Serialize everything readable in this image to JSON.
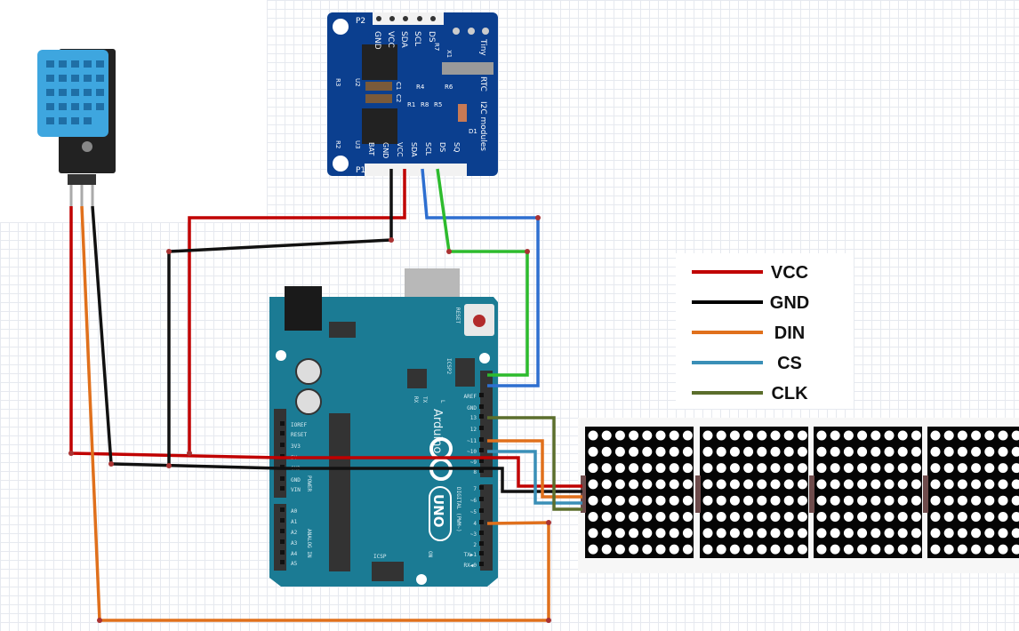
{
  "legend": [
    {
      "label": "VCC",
      "color": "#c00000"
    },
    {
      "label": "GND",
      "color": "#000000"
    },
    {
      "label": "DIN",
      "color": "#e0701c"
    },
    {
      "label": "CS",
      "color": "#3a8fb7"
    },
    {
      "label": "CLK",
      "color": "#5b6e2c"
    }
  ],
  "rtc": {
    "top_header": "P2",
    "top_pins": [
      "GND",
      "VCC",
      "SDA",
      "SCL",
      "DS"
    ],
    "bottom_header": "P1",
    "bottom_pins": [
      "BAT",
      "GND",
      "VCC",
      "SDA",
      "SCL",
      "DS",
      "SQ"
    ],
    "title_side": "I2C modules",
    "tiny": "Tiny",
    "rtc": "RTC",
    "components": [
      "R7",
      "X1",
      "R3",
      "U2",
      "C1",
      "C2",
      "R4",
      "R6",
      "R1",
      "R8",
      "R5",
      "D1",
      "R2",
      "U3"
    ],
    "color": "#0b3f8f"
  },
  "arduino": {
    "brand": "Arduino",
    "model": "UNO",
    "reset_label": "RESET",
    "icsp2": "ICSP2",
    "icsp": "ICSP",
    "on": "ON",
    "tx": "TX",
    "rx": "RX",
    "l": "L",
    "power_label": "POWER",
    "analog_label": "ANALOG IN",
    "digital_label": "DIGITAL (PWM~)",
    "power_pins": [
      "IOREF",
      "RESET",
      "3V3",
      "5V",
      "GND",
      "GND",
      "VIN"
    ],
    "analog_pins": [
      "A0",
      "A1",
      "A2",
      "A3",
      "A4",
      "A5"
    ],
    "digital_high": [
      "AREF",
      "GND",
      "13",
      "12",
      "~11",
      "~10",
      "~9",
      "8"
    ],
    "digital_low": [
      "7",
      "~6",
      "~5",
      "4",
      "~3",
      "2",
      "TX▶1",
      "RX◀0"
    ],
    "color": "#1b7b94"
  },
  "matrix": {
    "modules": 4,
    "rows": 8,
    "cols": 8
  }
}
